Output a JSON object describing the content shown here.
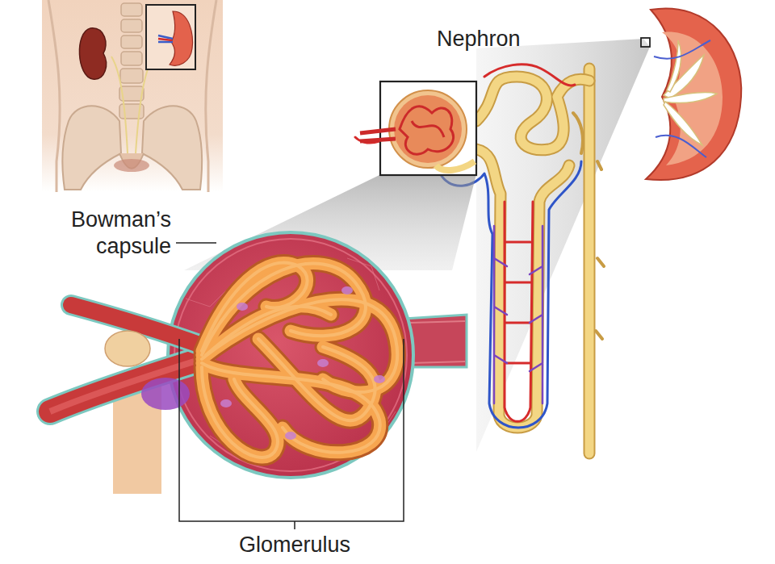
{
  "diagram": {
    "labels": [
      "Nephron",
      "Bowman’s capsule",
      "Glomerulus"
    ]
  }
}
